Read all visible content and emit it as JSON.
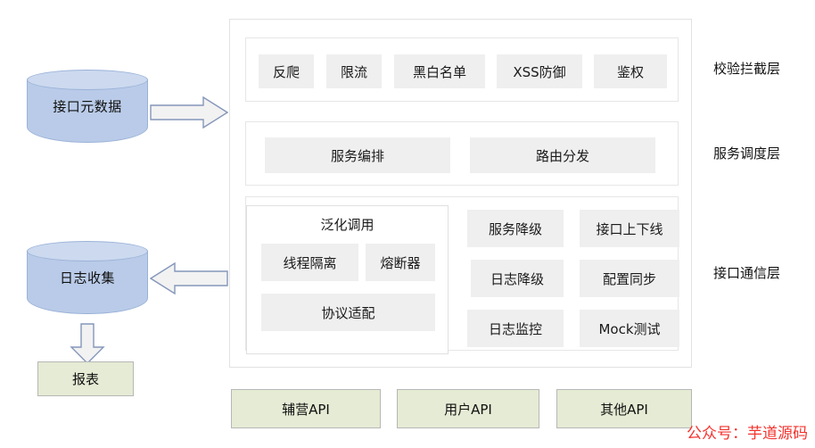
{
  "datastores": [
    {
      "name": "interface-metadata",
      "label": "接口元数据"
    },
    {
      "name": "log-collection",
      "label": "日志收集"
    }
  ],
  "report_box": {
    "label": "报表"
  },
  "layers": [
    {
      "name": "validation-interception-layer",
      "caption": "校验拦截层",
      "chips": [
        "反爬",
        "限流",
        "黑白名单",
        "XSS防御",
        "鉴权"
      ]
    },
    {
      "name": "service-scheduling-layer",
      "caption": "服务调度层",
      "chips": [
        "服务编排",
        "路由分发"
      ]
    },
    {
      "name": "interface-communication-layer",
      "caption": "接口通信层",
      "subbox": {
        "title": "泛化调用",
        "chips": [
          "线程隔离",
          "熔断器",
          "协议适配"
        ]
      },
      "column_one": [
        "服务降级",
        "日志降级",
        "日志监控"
      ],
      "column_two": [
        "接口上下线",
        "配置同步",
        "Mock测试"
      ]
    }
  ],
  "api_boxes": [
    "辅营API",
    "用户API",
    "其他API"
  ],
  "arrows": [
    {
      "name": "metadata-to-gateway-arrow",
      "direction": "right"
    },
    {
      "name": "gateway-to-log-arrow",
      "direction": "left"
    },
    {
      "name": "log-to-report-arrow",
      "direction": "down"
    }
  ],
  "watermark": {
    "text": "公众号：芋道源码",
    "color": "#f4332e"
  },
  "colors": {
    "cylinder_body": "#b9cbe8",
    "cylinder_top": "#ccd9ef",
    "chip_bg": "#efefef",
    "green_bg": "#e5ebd4",
    "arrow_fill": "#f2f2f2",
    "arrow_stroke": "#8496b9"
  }
}
